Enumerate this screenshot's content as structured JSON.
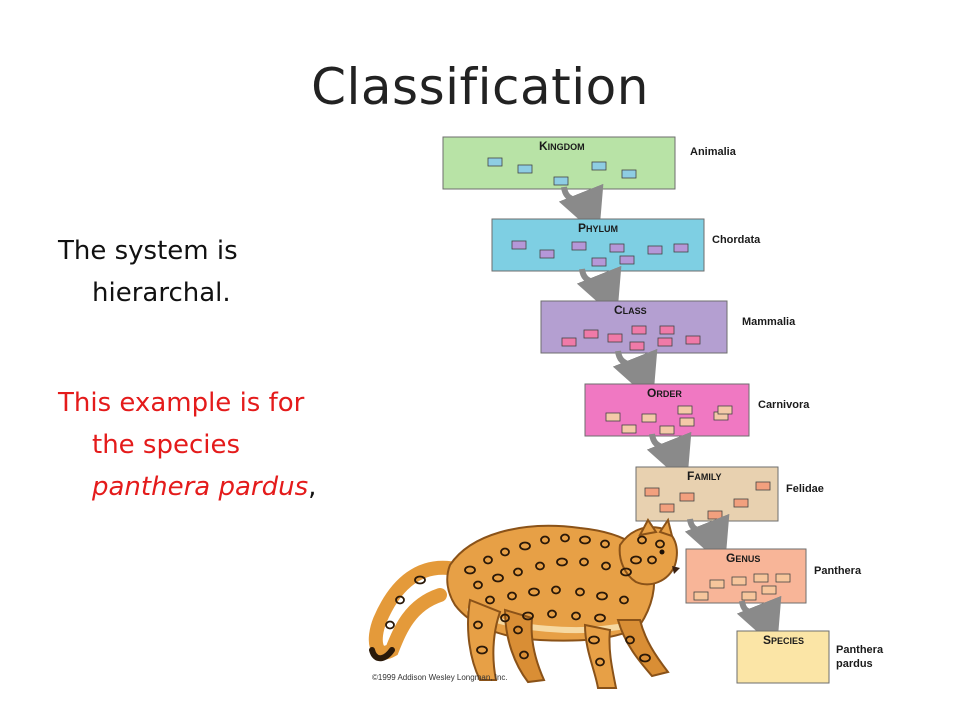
{
  "title": "Classification",
  "bullets": [
    {
      "line1": "The system is",
      "line2": "hierarchal."
    },
    {
      "line1": "This example is for",
      "line2": "the species",
      "line3_italic": "panthera pardus",
      "line3_tail": ","
    }
  ],
  "levels": [
    {
      "rank": "KINGDOM",
      "taxon": "Animalia",
      "color": "#b8e3a6"
    },
    {
      "rank": "PHYLUM",
      "taxon": "Chordata",
      "color": "#7ecfe3"
    },
    {
      "rank": "CLASS",
      "taxon": "Mammalia",
      "color": "#b49fd1"
    },
    {
      "rank": "ORDER",
      "taxon": "Carnivora",
      "color": "#f078c2"
    },
    {
      "rank": "FAMILY",
      "taxon": "Felidae",
      "color": "#e8d1b0"
    },
    {
      "rank": "GENUS",
      "taxon": "Panthera",
      "color": "#f8b598"
    },
    {
      "rank": "SPECIES",
      "taxon": "Panthera pardus",
      "color": "#fbe5a6"
    }
  ],
  "chip_colors": [
    "#8ecde3",
    "#b597d8",
    "#f07aa8",
    "#f4c9a8",
    "#f2a07e",
    "#f7c69c",
    "#fbe5a6"
  ],
  "copyright": "©1999 Addison Wesley Longman, Inc."
}
